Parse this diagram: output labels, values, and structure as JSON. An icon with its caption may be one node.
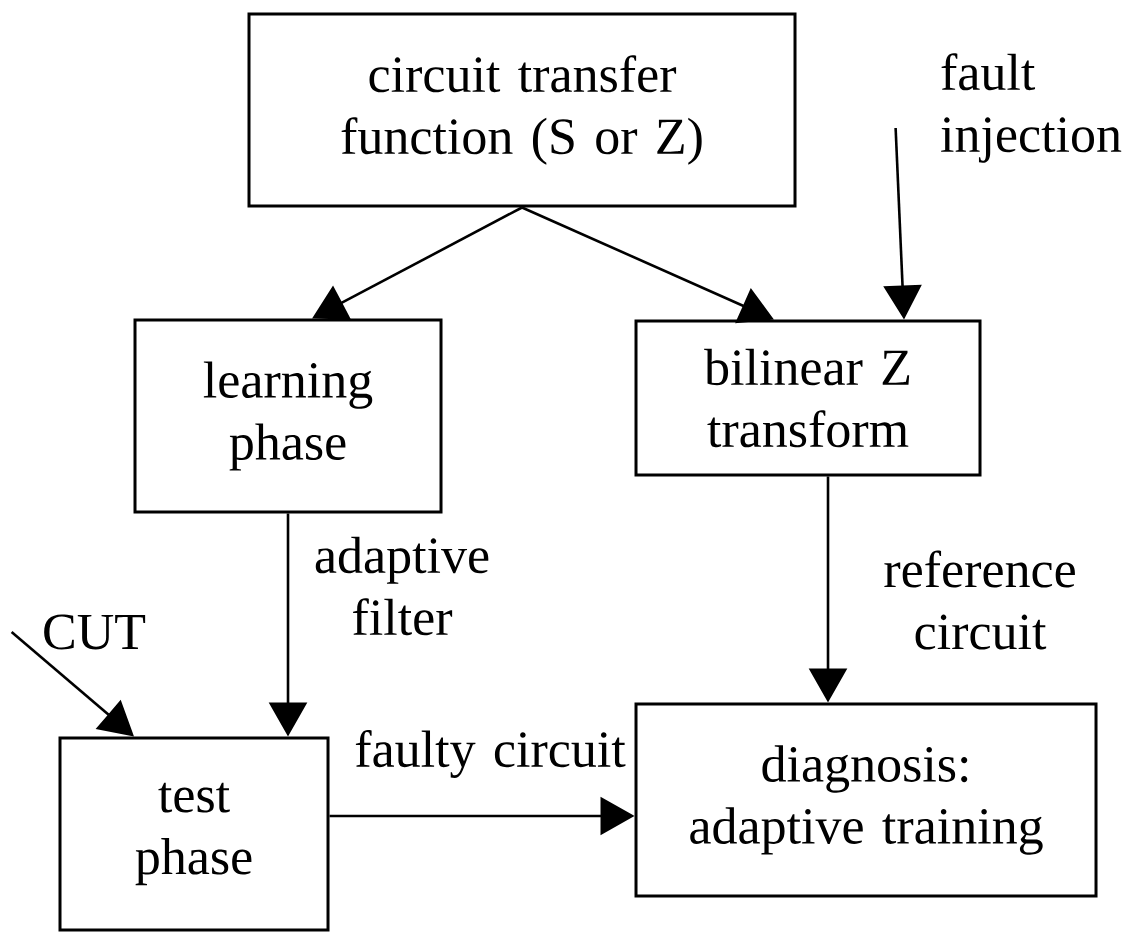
{
  "diagram": {
    "nodes": [
      {
        "text": [
          "circuit transfer function (S or Z)"
        ]
      },
      {
        "text": [
          "fault injection"
        ]
      },
      {
        "text": [
          "learning phase"
        ]
      },
      {
        "text": [
          "bilinear Z transform"
        ]
      },
      {
        "text": [
          "CUT"
        ]
      },
      {
        "text": [
          "test phase"
        ]
      },
      {
        "text": [
          "diagnosis: adaptive training"
        ]
      }
    ],
    "edges": [
      {
        "from": 0,
        "to": 2,
        "arrow": "to"
      },
      {
        "from": 0,
        "to": 3,
        "arrow": "to"
      },
      {
        "from": 1,
        "to": 3,
        "arrow": "to"
      },
      {
        "from": 2,
        "to": 5,
        "arrow": "to",
        "label": "adaptive filter"
      },
      {
        "from": 3,
        "to": 6,
        "arrow": "to",
        "label": "reference circuit"
      },
      {
        "from": 4,
        "to": 5,
        "arrow": "to"
      },
      {
        "from": 5,
        "to": 6,
        "arrow": "to",
        "label": "faulty circuit"
      }
    ]
  }
}
